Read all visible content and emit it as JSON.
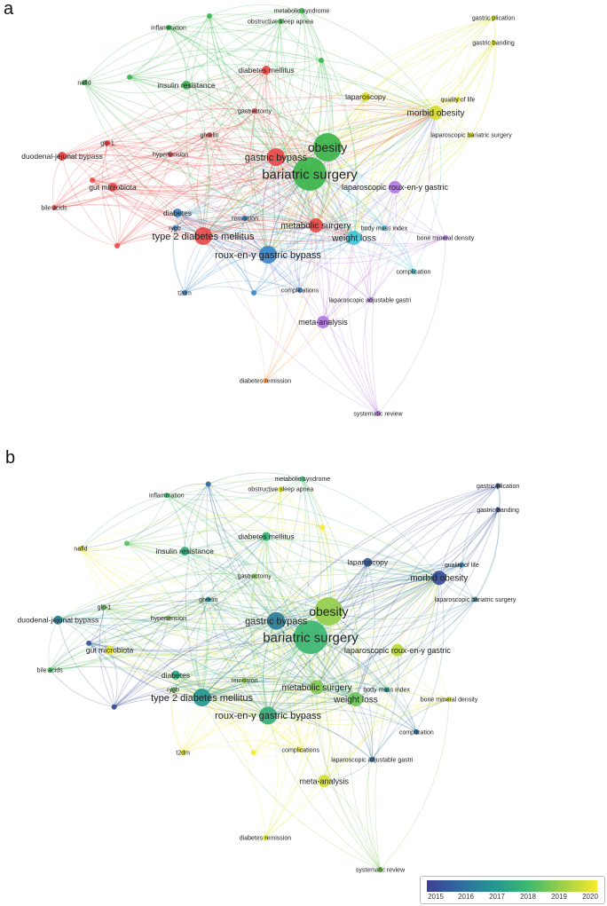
{
  "panels": [
    {
      "letter": "a",
      "coloring": "cluster"
    },
    {
      "letter": "b",
      "coloring": "overlay"
    }
  ],
  "clusters": [
    {
      "id": "red",
      "color": "#e84a4a"
    },
    {
      "id": "green",
      "color": "#3bb54a"
    },
    {
      "id": "blue",
      "color": "#3a86c9"
    },
    {
      "id": "yellow",
      "color": "#d9db2a"
    },
    {
      "id": "purple",
      "color": "#b27ae0"
    },
    {
      "id": "cyan",
      "color": "#3ec6d8"
    },
    {
      "id": "orange",
      "color": "#f0a050"
    }
  ],
  "legend": {
    "ticks": [
      "2015",
      "2016",
      "2017",
      "2018",
      "2019",
      "2020"
    ],
    "colors": [
      "#3b3f93",
      "#2f6ca0",
      "#24978f",
      "#3fb96e",
      "#9fd048",
      "#f5ea2c"
    ]
  },
  "network": {
    "nodes": [
      {
        "id": "bariatric-surgery",
        "label": "bariatric surgery",
        "cluster": "green",
        "weight": 10,
        "year": 2017.9
      },
      {
        "id": "obesity",
        "label": "obesity",
        "cluster": "green",
        "weight": 8,
        "year": 2018.9
      },
      {
        "id": "gastric-bypass",
        "label": "gastric bypass",
        "cluster": "red",
        "weight": 5,
        "year": 2016.4
      },
      {
        "id": "type-2-diabetes-mellitus",
        "label": "type 2 diabetes mellitus",
        "cluster": "red",
        "weight": 5,
        "year": 2017.0
      },
      {
        "id": "roux-en-y-gastric-bypass",
        "label": "roux-en-y gastric bypass",
        "cluster": "blue",
        "weight": 5,
        "year": 2017.6
      },
      {
        "id": "metabolic-surgery",
        "label": "metabolic surgery",
        "cluster": "red",
        "weight": 4,
        "year": 2018.7
      },
      {
        "id": "weight-loss",
        "label": "weight loss",
        "cluster": "cyan",
        "weight": 4,
        "year": 2018.5
      },
      {
        "id": "morbid-obesity",
        "label": "morbid obesity",
        "cluster": "yellow",
        "weight": 4,
        "year": 2015.3
      },
      {
        "id": "laparoscopic-roux-en-y-gastric",
        "label": "laparoscopic roux-en-y gastric",
        "cluster": "purple",
        "weight": 3,
        "year": 2019.3
      },
      {
        "id": "meta-analysis",
        "label": "meta-analysis",
        "cluster": "purple",
        "weight": 3,
        "year": 2019.6
      },
      {
        "id": "laparoscopy",
        "label": "laparoscopy",
        "cluster": "yellow",
        "weight": 2,
        "year": 2015.6
      },
      {
        "id": "diabetes-mellitus",
        "label": "diabetes mellitus",
        "cluster": "red",
        "weight": 2,
        "year": 2017.7
      },
      {
        "id": "insulin-resistance",
        "label": "insulin resistance",
        "cluster": "green",
        "weight": 2,
        "year": 2017.6
      },
      {
        "id": "gut-microbiota",
        "label": "gut microbiota",
        "cluster": "red",
        "weight": 2,
        "year": 2019.9
      },
      {
        "id": "duodenal-jejunal-bypass",
        "label": "duodenal-jejunal bypass",
        "cluster": "red",
        "weight": 2,
        "year": 2016.6
      },
      {
        "id": "diabetes",
        "label": "diabetes",
        "cluster": "blue",
        "weight": 2,
        "year": 2017.4
      },
      {
        "id": "rygb",
        "label": "rygb",
        "cluster": "blue",
        "weight": 1,
        "year": 2018.3
      },
      {
        "id": "ghrelin",
        "label": "ghrelin",
        "cluster": "red",
        "weight": 1,
        "year": 2016.8
      },
      {
        "id": "gastrectomy",
        "label": "gastrectomy",
        "cluster": "red",
        "weight": 1,
        "year": 2018.8
      },
      {
        "id": "glp-1",
        "label": "glp-1",
        "cluster": "red",
        "weight": 1,
        "year": 2018.4
      },
      {
        "id": "hypertension",
        "label": "hypertension",
        "cluster": "red",
        "weight": 1,
        "year": 2018.8
      },
      {
        "id": "remission",
        "label": "remission",
        "cluster": "blue",
        "weight": 1,
        "year": 2018.9
      },
      {
        "id": "bile-acids",
        "label": "bile acids",
        "cluster": "red",
        "weight": 1,
        "year": 2018.2
      },
      {
        "id": "nafld",
        "label": "nafld",
        "cluster": "green",
        "weight": 1,
        "year": 2019.9
      },
      {
        "id": "inflammation",
        "label": "inflammation",
        "cluster": "green",
        "weight": 1,
        "year": 2018.0
      },
      {
        "id": "obstructive-sleep-apnea",
        "label": "obstructive sleep apnea",
        "cluster": "green",
        "weight": 1,
        "year": 2019.7
      },
      {
        "id": "metabolic-syndrome",
        "label": "metabolic syndrome",
        "cluster": "green",
        "weight": 1,
        "year": 2017.8
      },
      {
        "id": "gastric-plication",
        "label": "gastric plication",
        "cluster": "yellow",
        "weight": 1,
        "year": 2015.2
      },
      {
        "id": "gastric-banding",
        "label": "gastric banding",
        "cluster": "yellow",
        "weight": 1,
        "year": 2015.1
      },
      {
        "id": "quality-of-life",
        "label": "quality of life",
        "cluster": "yellow",
        "weight": 1,
        "year": 2016.3
      },
      {
        "id": "laparoscopic-bariatric-surgery",
        "label": "laparoscopic bariatric surgery",
        "cluster": "yellow",
        "weight": 1,
        "year": 2016.5
      },
      {
        "id": "body-mass-index",
        "label": "body mass index",
        "cluster": "cyan",
        "weight": 1,
        "year": 2016.9
      },
      {
        "id": "bone-mineral-density",
        "label": "bone mineral density",
        "cluster": "purple",
        "weight": 1,
        "year": 2019.6
      },
      {
        "id": "complication",
        "label": "complication",
        "cluster": "cyan",
        "weight": 1,
        "year": 2016.2
      },
      {
        "id": "complications",
        "label": "complications",
        "cluster": "blue",
        "weight": 1,
        "year": 2020.0
      },
      {
        "id": "laparoscopic-adjustable-gastri",
        "label": "laparoscopic adjustable gastri",
        "cluster": "purple",
        "weight": 1,
        "year": 2015.9
      },
      {
        "id": "t2dm",
        "label": "t2dm",
        "cluster": "blue",
        "weight": 1,
        "year": 2019.9
      },
      {
        "id": "diabetes-remission",
        "label": "diabetes remission",
        "cluster": "orange",
        "weight": 1,
        "year": 2019.8
      },
      {
        "id": "systematic-review",
        "label": "systematic review",
        "cluster": "purple",
        "weight": 1,
        "year": 2018.6
      },
      {
        "id": "unlabeled-1",
        "label": "",
        "cluster": "green",
        "weight": 1,
        "year": 2015.9
      },
      {
        "id": "unlabeled-2",
        "label": "",
        "cluster": "green",
        "weight": 1,
        "year": 2020.0
      },
      {
        "id": "unlabeled-3",
        "label": "",
        "cluster": "red",
        "weight": 1,
        "year": 2015.5
      },
      {
        "id": "unlabeled-4",
        "label": "",
        "cluster": "red",
        "weight": 1,
        "year": 2015.2
      },
      {
        "id": "unlabeled-5",
        "label": "",
        "cluster": "blue",
        "weight": 1,
        "year": 2020.0
      },
      {
        "id": "unlabeled-6",
        "label": "",
        "cluster": "green",
        "weight": 1,
        "year": 2018.3
      }
    ]
  }
}
